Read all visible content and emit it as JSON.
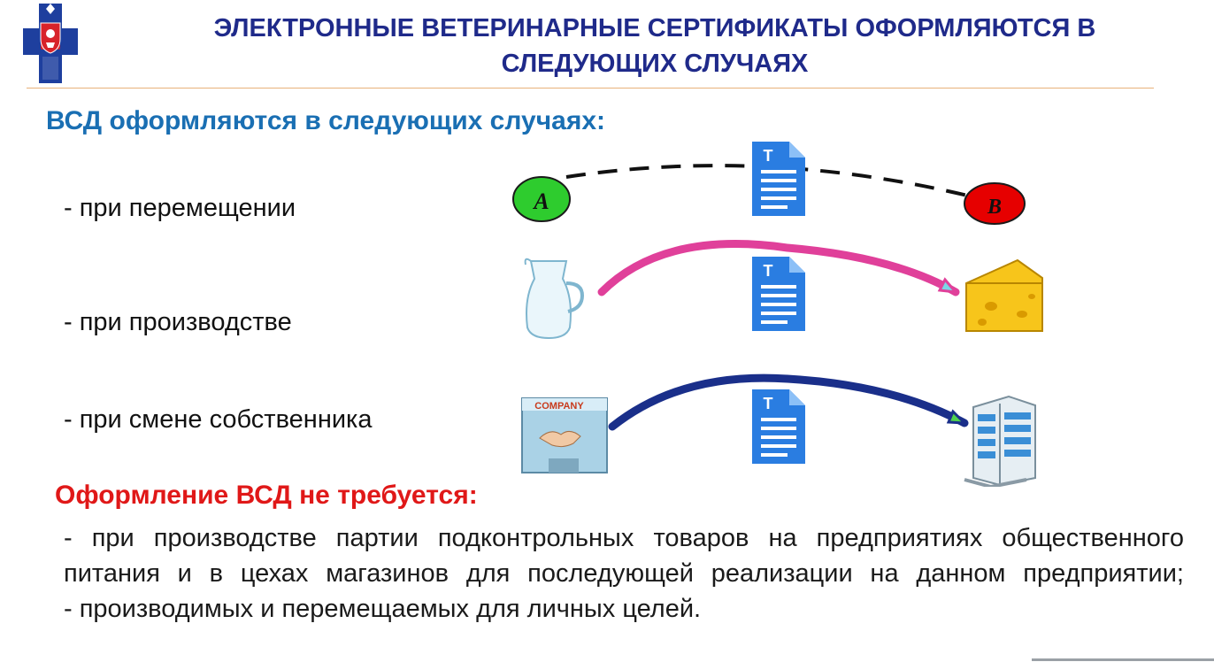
{
  "header": {
    "title": "ЭЛЕКТРОННЫЕ ВЕТЕРИНАРНЫЕ СЕРТИФИКАТЫ ОФОРМЛЯЮТСЯ В СЛЕДУЮЩИХ СЛУЧАЯХ",
    "logo_icon": "moscow-coat-of-arms-cross-icon"
  },
  "section": {
    "subtitle": "ВСД оформляются в следующих случаях:",
    "cases": [
      "- при перемещении",
      "- при производстве",
      "- при смене собственника"
    ]
  },
  "diagram": {
    "point_a_label": "A",
    "point_b_label": "B",
    "company_sign": "COMPANY",
    "icons": [
      "document-icon",
      "milk-jug-icon",
      "cheese-icon",
      "company-building-icon",
      "office-building-icon"
    ],
    "colors": {
      "point_a": "#2ecc2e",
      "point_b": "#e60000",
      "document": "#2a7de1",
      "arrow_pink": "#e0409a",
      "arrow_blue": "#1a2f8a"
    }
  },
  "exceptions": {
    "heading": "Оформление ВСД не требуется:",
    "items": [
      "- при производстве партии подконтрольных товаров на предприятиях общественного питания и в цехах магазинов для последующей реализации на данном предприятии;",
      "- производимых и перемещаемых для личных целей."
    ]
  },
  "colors": {
    "title": "#1f2a8a",
    "subtitle": "#1a6fb3",
    "warning": "#e01818"
  }
}
